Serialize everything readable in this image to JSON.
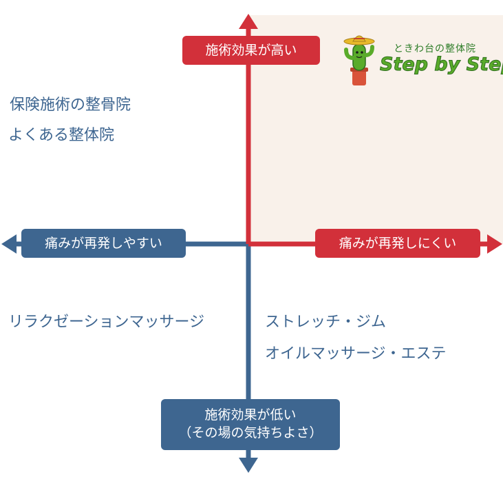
{
  "labels": {
    "top": "施術効果が高い",
    "right": "痛みが再発しにくい",
    "left": "痛みが再発しやすい",
    "bottom_line1": "施術効果が低い",
    "bottom_line2": "（その場の気持ちよさ）"
  },
  "quadrants": {
    "top_left": [
      "保険施術の整骨院",
      "よくある整体院"
    ],
    "bottom_left": [
      "リラクゼーションマッサージ"
    ],
    "bottom_right": [
      "ストレッチ・ジム",
      "オイルマッサージ・エステ"
    ]
  },
  "logo": {
    "subtitle": "ときわ台の整体院",
    "name": "Step by Step"
  },
  "colors": {
    "red": "#d2303a",
    "blue": "#3e6690",
    "highlight_quadrant": "#f9f1ea",
    "cactus": "#5aab2a",
    "hat": "#e8b92a"
  }
}
